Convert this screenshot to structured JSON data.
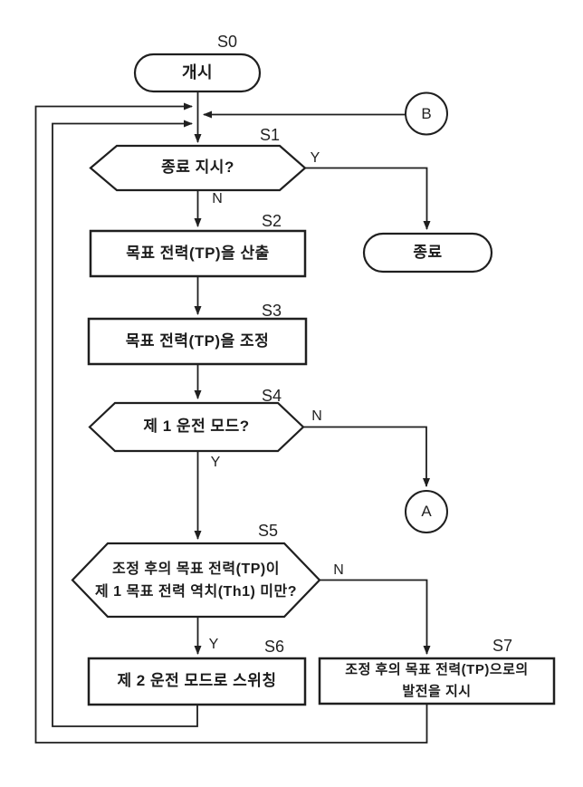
{
  "diagram": {
    "background": "#ffffff",
    "line_color": "#1f1f1f",
    "nodes": {
      "s0": {
        "step": "S0",
        "label": "개시",
        "type": "terminator"
      },
      "s1": {
        "step": "S1",
        "label": "종료 지시?",
        "type": "decision",
        "yes": "Y",
        "no": "N"
      },
      "s2": {
        "step": "S2",
        "label": "목표 전력(TP)을 산출",
        "type": "process"
      },
      "s3": {
        "step": "S3",
        "label": "목표 전력(TP)을 조정",
        "type": "process"
      },
      "s4": {
        "step": "S4",
        "label": "제 1 운전 모드?",
        "type": "decision",
        "yes": "Y",
        "no": "N"
      },
      "s5": {
        "step": "S5",
        "label_line1": "조정 후의 목표 전력(TP)이",
        "label_line2": "제 1 목표 전력 역치(Th1) 미만?",
        "type": "decision",
        "yes": "Y",
        "no": "N"
      },
      "s6": {
        "step": "S6",
        "label": "제 2 운전 모드로 스위칭",
        "type": "process"
      },
      "s7": {
        "step": "S7",
        "label_line1": "조정 후의 목표 전력(TP)으로의",
        "label_line2": "발전을 지시",
        "type": "process"
      },
      "end": {
        "label": "종료",
        "type": "terminator"
      },
      "connector_a": {
        "label": "A",
        "type": "off-page-connector"
      },
      "connector_b": {
        "label": "B",
        "type": "off-page-connector"
      }
    }
  }
}
